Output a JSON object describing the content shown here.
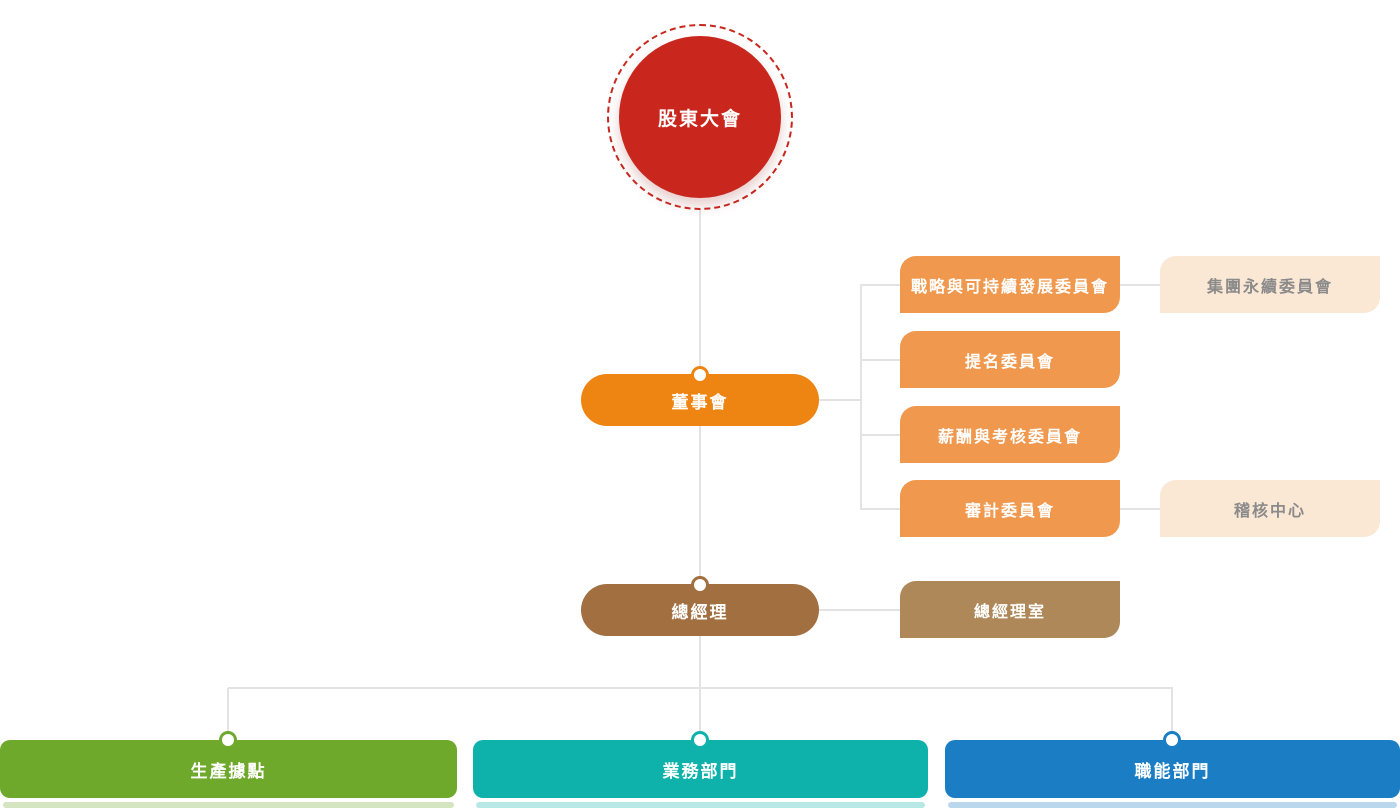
{
  "org": {
    "root": {
      "label": "股東大會"
    },
    "board": {
      "label": "董事會"
    },
    "committees": [
      {
        "label": "戰略與可持續發展委員會"
      },
      {
        "label": "提名委員會"
      },
      {
        "label": "薪酬與考核委員會"
      },
      {
        "label": "審計委員會"
      }
    ],
    "affiliates": [
      {
        "label": "集團永續委員會"
      },
      {
        "label": "稽核中心"
      }
    ],
    "general_manager": {
      "label": "總經理"
    },
    "gm_office": {
      "label": "總經理室"
    },
    "divisions": [
      {
        "label": "生產據點",
        "color": "#6FA92C"
      },
      {
        "label": "業務部門",
        "color": "#0FB2AB"
      },
      {
        "label": "職能部門",
        "color": "#1B7EC4"
      }
    ]
  },
  "colors": {
    "root": "#C9271E",
    "board": "#EE8512",
    "committee": "#F0994E",
    "affiliate_bg": "#FAE7D4",
    "affiliate_text": "#8B8B8B",
    "general_manager": "#A16F40",
    "gm_office": "#AE8859",
    "connector": "#E3E3E3"
  }
}
